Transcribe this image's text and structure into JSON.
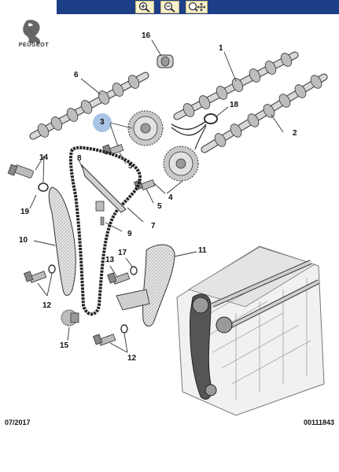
{
  "toolbar": {
    "buttons": [
      {
        "icon": "zoom-in-icon"
      },
      {
        "icon": "zoom-out-icon"
      },
      {
        "icon": "pan-zoom-icon"
      }
    ]
  },
  "brand": {
    "name": "PEUGEOT"
  },
  "callouts": {
    "n1": "1",
    "n2": "2",
    "n3": "3",
    "n4": "4",
    "n5a": "5",
    "n5b": "5",
    "n6": "6",
    "n7": "7",
    "n8": "8",
    "n9": "9",
    "n10": "10",
    "n11": "11",
    "n12a": "12",
    "n12b": "12",
    "n13": "13",
    "n14": "14",
    "n15": "15",
    "n16": "16",
    "n17": "17",
    "n18": "18",
    "n19": "19"
  },
  "footer": {
    "date": "07/2017",
    "reference": "00111843"
  },
  "colors": {
    "toolbar": "#1c3f88",
    "highlight": "#a9c4e6",
    "part_fill": "#d9d9d9",
    "part_stroke": "#333333"
  }
}
